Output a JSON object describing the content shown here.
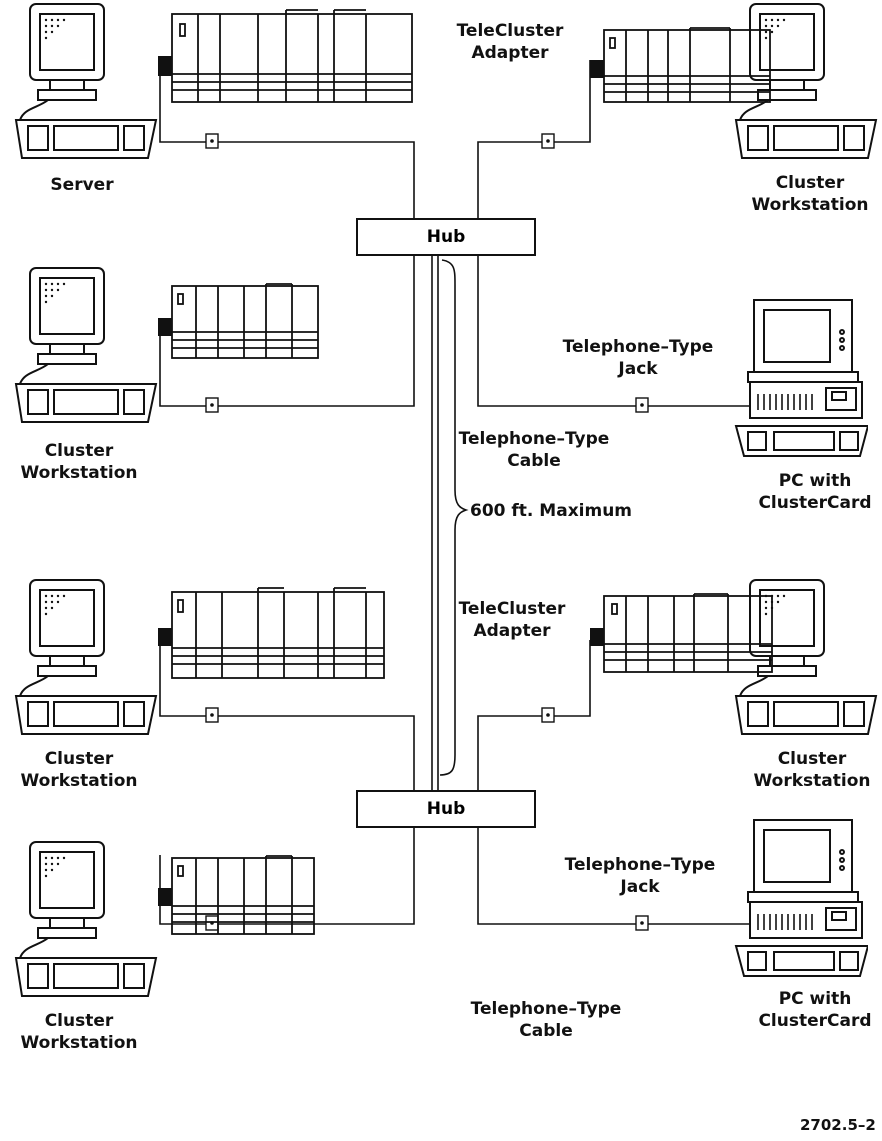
{
  "hubs": [
    "Hub",
    "Hub"
  ],
  "labels": {
    "server": "Server",
    "ws_mid_left": [
      "Cluster",
      "Workstation"
    ],
    "ws_top_right": [
      "Cluster",
      "Workstation"
    ],
    "ws_lower_left": [
      "Cluster",
      "Workstation"
    ],
    "ws_lower_right": [
      "Cluster",
      "Workstation"
    ],
    "ws_bottom_left": [
      "Cluster",
      "Workstation"
    ],
    "tc_adapter_top": [
      "TeleCluster",
      "Adapter"
    ],
    "tc_adapter_mid": [
      "TeleCluster",
      "Adapter"
    ],
    "jack_top": [
      "Telephone–Type",
      "Jack"
    ],
    "jack_bottom": [
      "Telephone–Type",
      "Jack"
    ],
    "cable_top": [
      "Telephone–Type",
      "Cable"
    ],
    "cable_bottom": [
      "Telephone–Type",
      "Cable"
    ],
    "pc_top": [
      "PC with",
      "ClusterCard"
    ],
    "pc_bottom": [
      "PC with",
      "ClusterCard"
    ],
    "max_length": "600 ft. Maximum",
    "figure_id": "2702.5–2"
  }
}
